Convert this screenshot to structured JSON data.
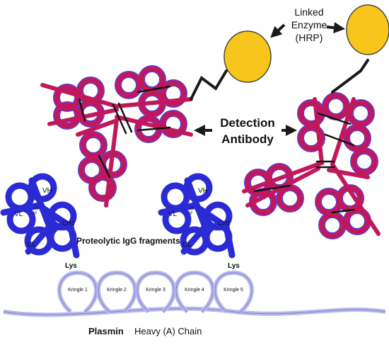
{
  "labels": {
    "enzyme_line1": "Linked",
    "enzyme_line2": "Enzyme",
    "enzyme_line3": "(HRP)",
    "detection_line1": "Detection",
    "detection_line2": "Antibody",
    "fragments": "Proteolytic IgG fragments",
    "lys_left": "Lys",
    "lys_right": "Lys",
    "vh": "VH",
    "vl": "VL",
    "ch1": "CH1",
    "cl": "CL",
    "vh2": "VH",
    "vl2": "VL",
    "ch1_2": "CH1",
    "cl2": "CL",
    "ss": "S-S",
    "plasmin": "Plasmin",
    "heavy_chain": "Heavy (A) Chain"
  },
  "kringles": [
    "Kringle 1",
    "Kringle 2",
    "Kringle 3",
    "Kringle 4",
    "Kringle 5"
  ],
  "colors": {
    "enzyme": "#f7c51b",
    "antibody": "#c2185b",
    "antibody_outline": "#5b3fd6",
    "fragment": "#2b2bd6",
    "plasmin": "#b9b9ef",
    "arrow": "#1a1a1a"
  }
}
